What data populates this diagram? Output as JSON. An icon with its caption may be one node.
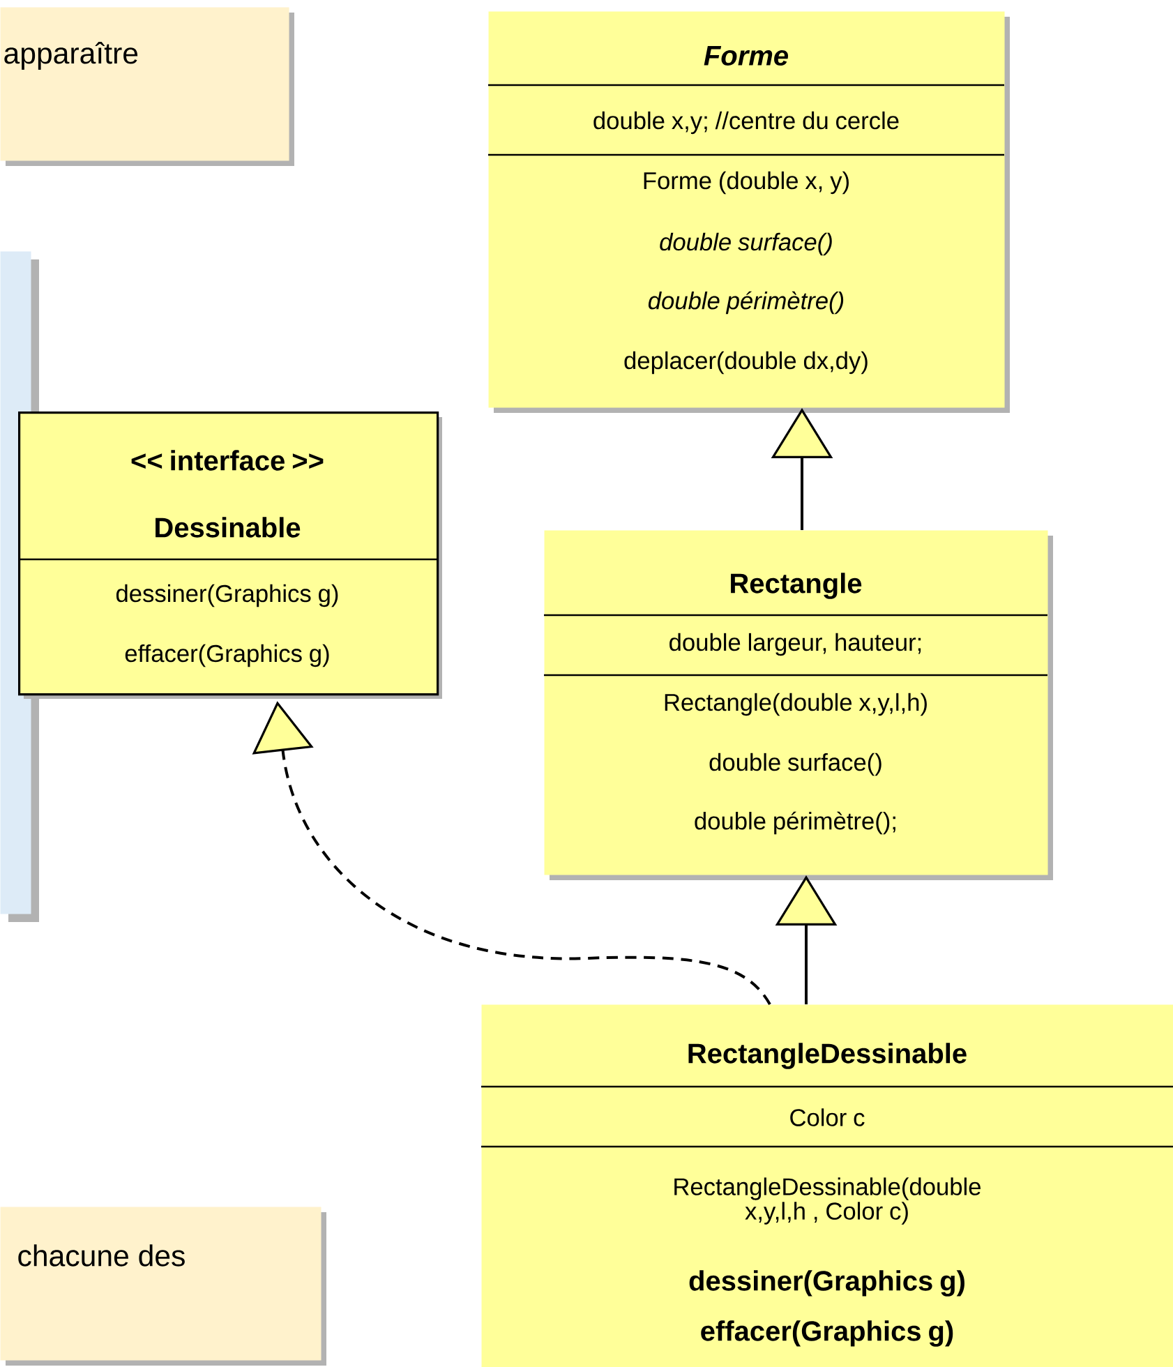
{
  "diagram": {
    "nodes": [
      {
        "text": [
          "apparaître"
        ]
      },
      {
        "text": [
          "Forme",
          "double x,y; //centre du cercle",
          "Forme (double x, y)",
          "double surface()",
          "double périmètre()",
          "deplacer(double dx,dy)"
        ]
      },
      {
        "text": [],
        "shape": "box"
      },
      {
        "text": [
          "<< interface >>",
          "Dessinable",
          "dessiner(Graphics g)",
          "effacer(Graphics g)"
        ]
      },
      {
        "text": [
          "Rectangle",
          "double largeur, hauteur;",
          "Rectangle(double x,y,l,h)",
          "double surface()",
          "double périmètre();"
        ]
      },
      {
        "text": [
          "RectangleDessinable",
          "Color c",
          "RectangleDessinable(double x,y,l,h , Color c)",
          "dessiner(Graphics g)",
          "effacer(Graphics g)"
        ]
      },
      {
        "text": [
          "chacune des"
        ]
      }
    ],
    "edges": [
      {
        "from": 4,
        "to": 1,
        "arrow": "to"
      },
      {
        "from": 5,
        "to": 4,
        "arrow": "to"
      },
      {
        "from": 5,
        "to": 3,
        "arrow": "to",
        "style": "dashed"
      }
    ]
  }
}
